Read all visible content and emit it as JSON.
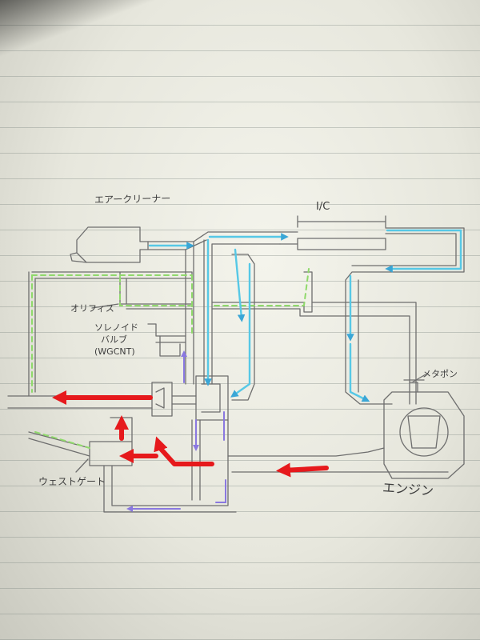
{
  "labels": {
    "air_cleaner": "エアークリーナー",
    "ic": "I/C",
    "orifice": "オリフィス",
    "solenoid_1": "ソレノイド",
    "solenoid_2": "バルブ",
    "solenoid_3": "(WGCNT)",
    "metapon": "メタポン",
    "wastegate": "ウェストゲート",
    "engine": "エンジン"
  },
  "colors": {
    "pencil": "#6e6e6e",
    "boost_line_green": "#8fd96b",
    "intake_cyan": "#56c8e6",
    "exhaust_red": "#e6191c",
    "flow_purple": "#8a78e0"
  }
}
